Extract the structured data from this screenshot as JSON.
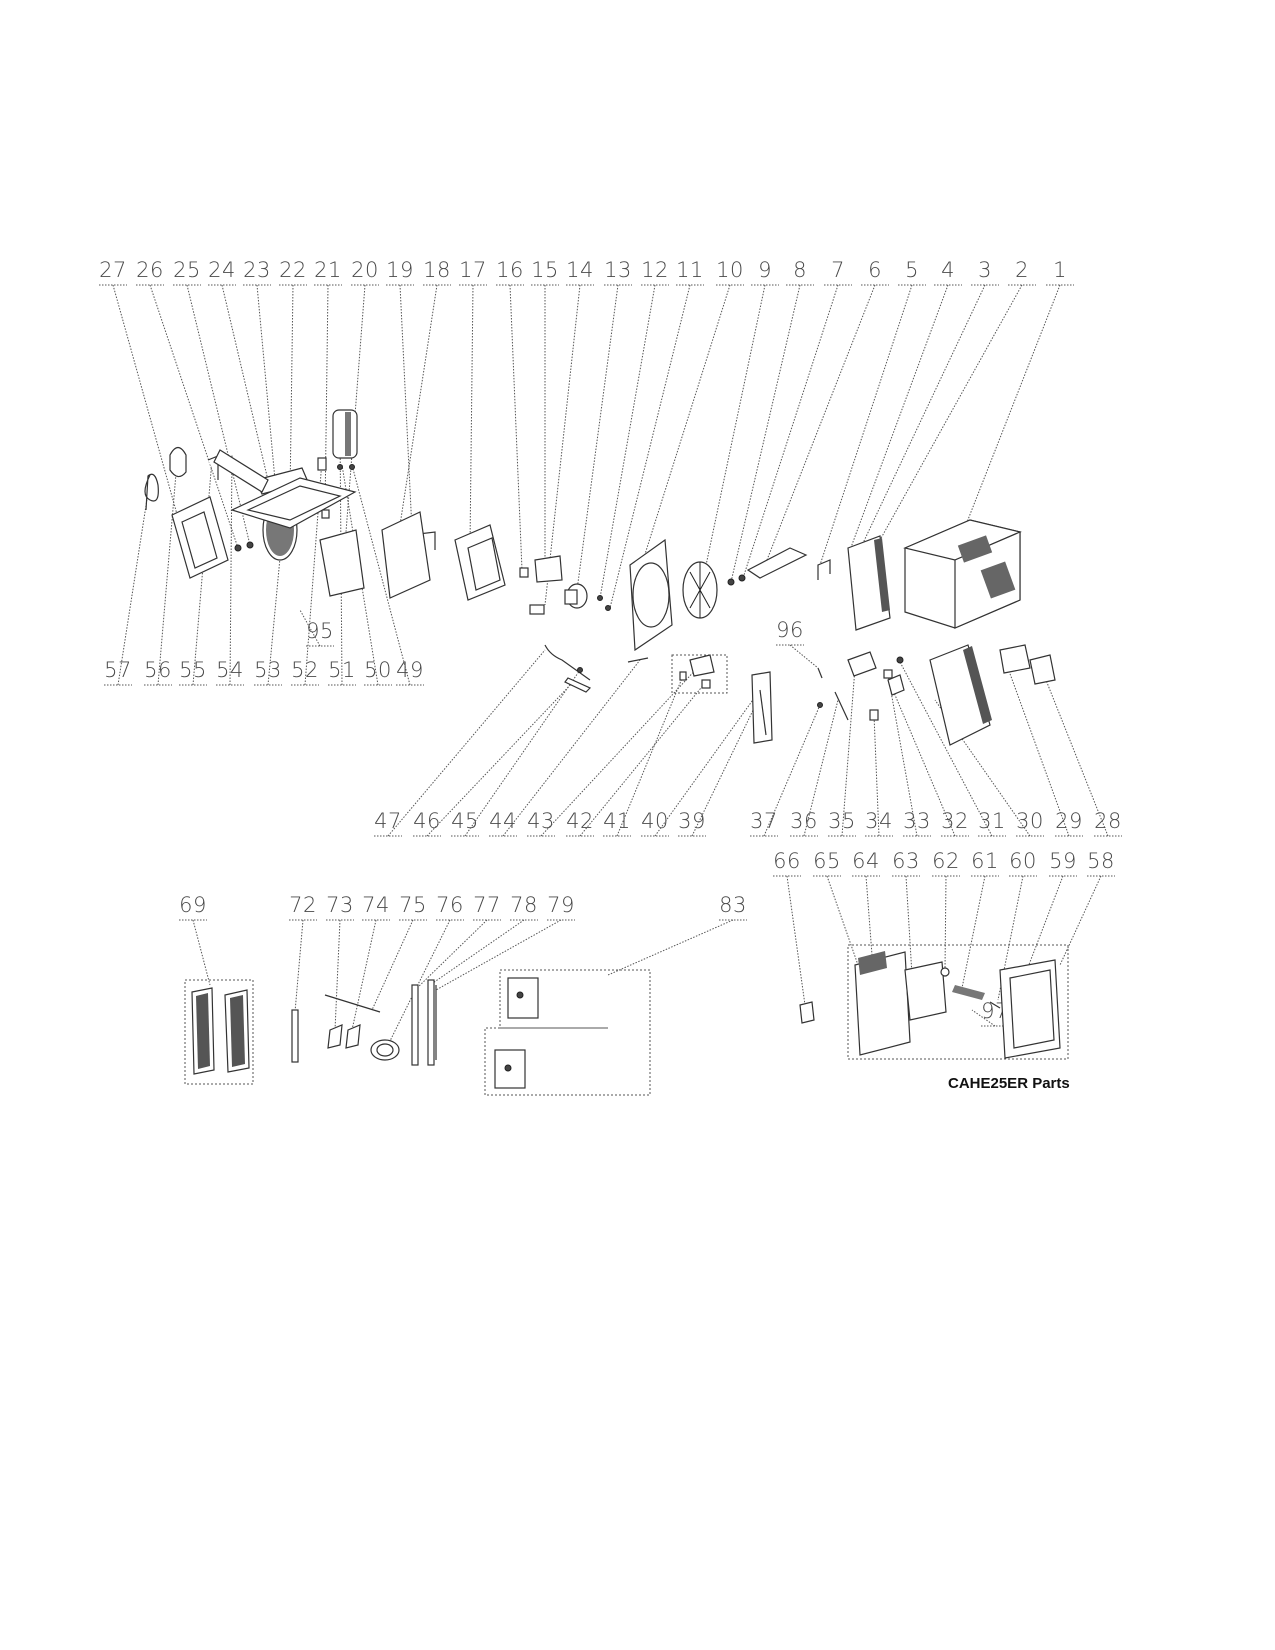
{
  "caption": "CAHE25ER Parts",
  "callouts": {
    "row1": [
      "27",
      "26",
      "25",
      "24",
      "23",
      "22",
      "21",
      "20",
      "19",
      "18",
      "17",
      "16",
      "15",
      "14",
      "13",
      "12",
      "11",
      "10",
      "9",
      "8",
      "7",
      "6",
      "5",
      "4",
      "3",
      "2",
      "1"
    ],
    "row2_left": [
      "57",
      "56",
      "55",
      "54",
      "53",
      "52",
      "51",
      "50",
      "49"
    ],
    "row2_bottom": [
      "47",
      "46",
      "45",
      "44",
      "43",
      "42",
      "41",
      "40",
      "39",
      "37",
      "36",
      "35",
      "34",
      "33",
      "32",
      "31",
      "30",
      "29",
      "28"
    ],
    "row3_left": [
      "69",
      "72",
      "73",
      "74",
      "75",
      "76",
      "77",
      "78",
      "79",
      "83"
    ],
    "row3_right": [
      "66",
      "65",
      "64",
      "63",
      "62",
      "61",
      "60",
      "59",
      "58"
    ],
    "extra": [
      "95",
      "96",
      "97"
    ]
  }
}
